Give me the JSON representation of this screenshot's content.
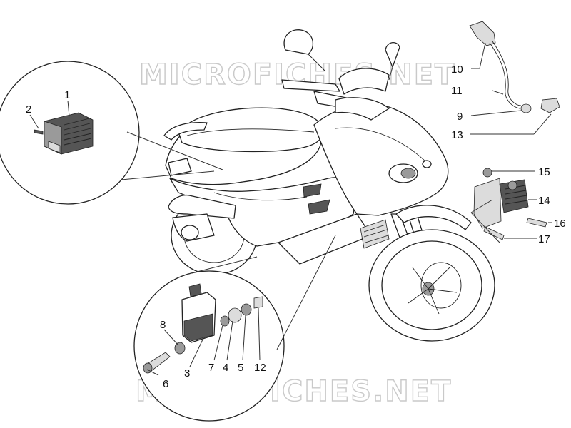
{
  "watermark": {
    "top": "MICROFICHES.NET",
    "bottom": "MICROFICHES.NET"
  },
  "callouts": [
    "1",
    "2",
    "3",
    "4",
    "5",
    "6",
    "7",
    "8",
    "9",
    "10",
    "11",
    "12",
    "13",
    "14",
    "15",
    "16",
    "17"
  ]
}
